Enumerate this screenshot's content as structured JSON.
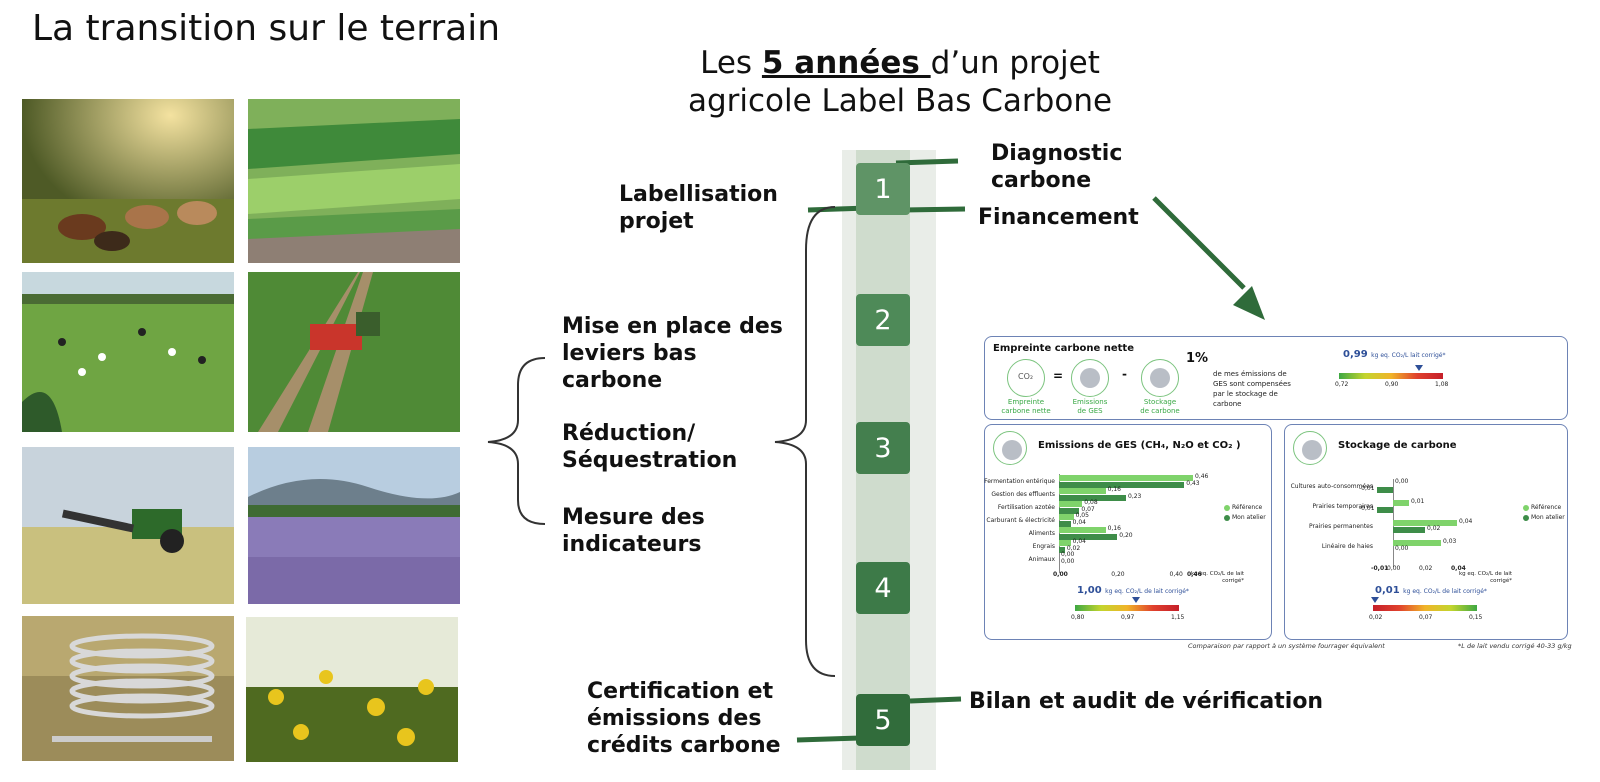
{
  "title": "La transition sur le terrain",
  "subtitle": {
    "prefix": "Les ",
    "highlight": "5 années ",
    "suffix": "d’un projet",
    "line2": "agricole Label Bas Carbone"
  },
  "steps": [
    "1",
    "2",
    "3",
    "4",
    "5"
  ],
  "labels": {
    "labellisation_l1": "Labellisation",
    "labellisation_l2": "projet",
    "diagnostic_l1": "Diagnostic",
    "diagnostic_l2": "carbone",
    "financement": "Financement",
    "mise_l1": "Mise en place des",
    "mise_l2": "leviers bas",
    "mise_l3": "carbone",
    "reduction_l1": "Réduction/",
    "reduction_l2": "Séquestration",
    "mesure_l1": "Mesure des",
    "mesure_l2": "indicateurs",
    "certif_l1": "Certification et",
    "certif_l2": "émissions des",
    "certif_l3": "crédits carbone",
    "bilan": "Bilan et audit de vérification"
  },
  "dashboard": {
    "top": {
      "title": "Empreinte carbone nette",
      "co2": "CO₂",
      "empreinte_l1": "Empreinte",
      "empreinte_l2": "carbone nette",
      "emissions_l1": "Emissions",
      "emissions_l2": "de GES",
      "stockage_l1": "Stockage",
      "stockage_l2": "de carbone",
      "eq": "=",
      "minus": "-",
      "pct": "1%",
      "pct_l1": "de mes émissions de",
      "pct_l2": "GES sont compensées",
      "pct_l3": "par le stockage de",
      "pct_l4": "carbone",
      "value": "0,99",
      "unit": "kg eq. CO₂/L lait corrigé*",
      "gauge_min": "0,72",
      "gauge_mid": "0,90",
      "gauge_max": "1,08",
      "gauge_marker": 0.75
    },
    "ges": {
      "title": "Emissions de GES (CH₄, N₂O et CO₂ )",
      "legend_ref": "Référence",
      "legend_mine": "Mon atelier",
      "rows": [
        {
          "label": "Fermentation entérique",
          "ref": 0.46,
          "mine": 0.43,
          "ref_txt": "0,46",
          "mine_txt": "0,43"
        },
        {
          "label": "Gestion des effluents",
          "ref": 0.16,
          "mine": 0.23,
          "ref_txt": "0,16",
          "mine_txt": "0,23"
        },
        {
          "label": "Fertilisation azotée",
          "ref": 0.08,
          "mine": 0.07,
          "ref_txt": "0,08",
          "mine_txt": "0,07"
        },
        {
          "label": "Carburant & électricité",
          "ref": 0.05,
          "mine": 0.04,
          "ref_txt": "0,05",
          "mine_txt": "0,04"
        },
        {
          "label": "Aliments",
          "ref": 0.16,
          "mine": 0.2,
          "ref_txt": "0,16",
          "mine_txt": "0,20"
        },
        {
          "label": "Engrais",
          "ref": 0.04,
          "mine": 0.02,
          "ref_txt": "0,04",
          "mine_txt": "0,02"
        },
        {
          "label": "Animaux",
          "ref": 0.0,
          "mine": 0.0,
          "ref_txt": "0,00",
          "mine_txt": "0,00"
        }
      ],
      "axis_ticks": [
        "0,00",
        "0,20",
        "0,40",
        "0,46"
      ],
      "axis_l1": "kg eq. CO₂/L de lait",
      "axis_l2": "corrigé*",
      "value": "1,00",
      "unit": "kg eq. CO₂/L de lait corrigé*",
      "gauge_min": "0,80",
      "gauge_mid": "0,97",
      "gauge_max": "1,15",
      "gauge_marker": 0.57
    },
    "stock": {
      "title": "Stockage de carbone",
      "legend_ref": "Référence",
      "legend_mine": "Mon atelier",
      "rows": [
        {
          "label": "Cultures auto-consommées",
          "ref": 0.0,
          "mine": -0.01,
          "ref_txt": "0,00",
          "mine_txt": "-0,01"
        },
        {
          "label": "Prairies temporaires",
          "ref": 0.01,
          "mine": -0.01,
          "ref_txt": "0,01",
          "mine_txt": "-0,01"
        },
        {
          "label": "Prairies permanentes",
          "ref": 0.04,
          "mine": 0.02,
          "ref_txt": "0,04",
          "mine_txt": "0,02"
        },
        {
          "label": "Linéaire de haies",
          "ref": 0.03,
          "mine": 0.0,
          "ref_txt": "0,03",
          "mine_txt": "0,00"
        }
      ],
      "axis_ticks": [
        "-0,01",
        "0,00",
        "0,02",
        "0,04"
      ],
      "axis_l1": "kg eq. CO₂/L de lait",
      "axis_l2": "corrigé*",
      "value": "0,01",
      "unit": "kg eq. CO₂/L de lait corrigé*",
      "gauge_min": "0,02",
      "gauge_mid": "0,07",
      "gauge_max": "0,15",
      "gauge_marker": 0.02
    },
    "footnote_left": "Comparaison par rapport à un système fourrager équivalent",
    "footnote_right": "*L de lait vendu corrigé 40-33 g/kg"
  },
  "colors": {
    "step_light": "#5f9466",
    "step_dark": "#3d7a48",
    "arrow": "#2f6b3a",
    "panel_border": "#6d83b5"
  }
}
